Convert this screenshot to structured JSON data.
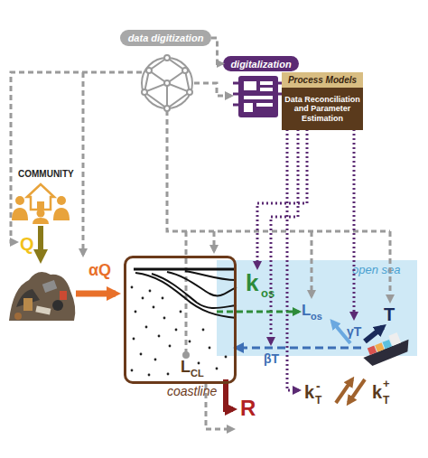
{
  "diagram": {
    "nodes": [
      {
        "text": [
          "data digitization"
        ]
      },
      {
        "text": [
          "digitalization"
        ]
      },
      {
        "text": [
          "Process Models",
          "Data Reconciliation and Parameter Estimation"
        ]
      },
      {
        "text": [
          "coastline"
        ]
      },
      {
        "text": [
          "open sea"
        ]
      }
    ],
    "edges": [
      {
        "from": 0,
        "to": 1,
        "arrow": "to"
      }
    ],
    "labels": [
      "COMMUNITY",
      "Q",
      "αQ",
      "k",
      "os",
      "L",
      "os",
      "γT",
      "T",
      "βT",
      "L",
      "CL",
      "k",
      "T",
      "-",
      "k",
      "T",
      "+",
      "R"
    ]
  }
}
